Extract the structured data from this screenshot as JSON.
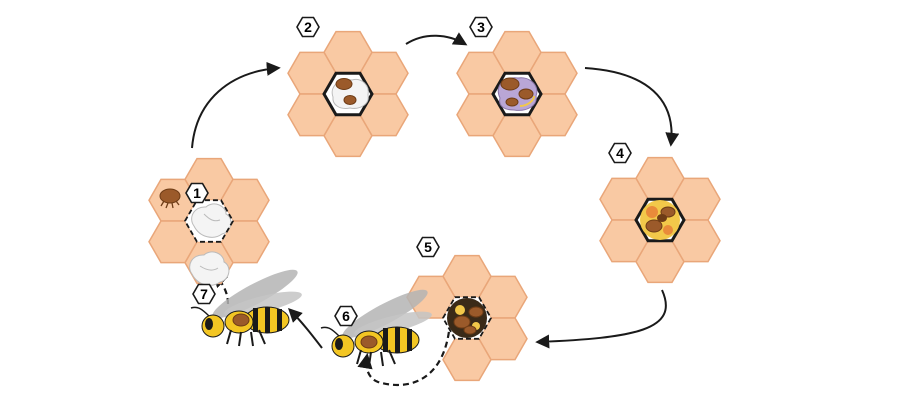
{
  "colors": {
    "comb_fill": "#f9c9a3",
    "comb_stroke": "#e9a679",
    "cell_dark": "#1a1a1a",
    "mite": "#9b5a2a",
    "mite_dark": "#6e3c16",
    "pupa_white": "#f4f4f4",
    "pupa_purple": "#b9a6d6",
    "food_yellow": "#f2c84a",
    "food_orange": "#e98b3a",
    "bee_yellow": "#f3c623",
    "bee_black": "#1a1a1a",
    "wing": "#b4b4b4",
    "arrow": "#1a1a1a"
  },
  "stages": [
    {
      "label": "1"
    },
    {
      "label": "2"
    },
    {
      "label": "3"
    },
    {
      "label": "4"
    },
    {
      "label": "5"
    },
    {
      "label": "6"
    },
    {
      "label": "7"
    }
  ]
}
